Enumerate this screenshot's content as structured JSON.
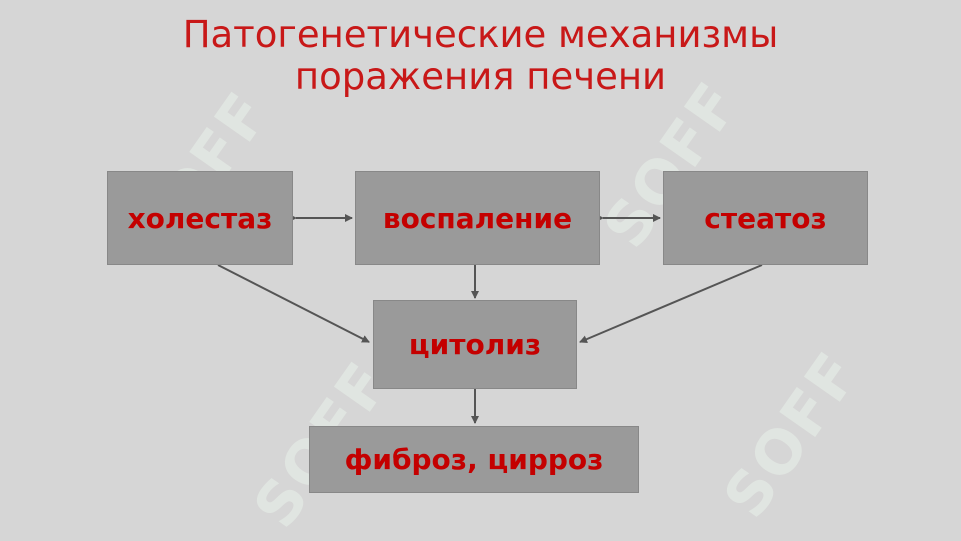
{
  "slide": {
    "title_line1": "Патогенетические механизмы",
    "title_line2": "поражения печени"
  },
  "boxes": {
    "cholestasis": "холестаз",
    "inflammation": "воспаление",
    "steatosis": "стеатоз",
    "cytolysis": "цитолиз",
    "fibrosis": "фиброз, цирроз"
  },
  "watermark": {
    "text": "SOFF"
  },
  "colors": {
    "background": "#d6d6d6",
    "title": "#c81818",
    "box_fill": "#9a9a9a",
    "box_text": "#c40000",
    "arrow": "#555555"
  }
}
